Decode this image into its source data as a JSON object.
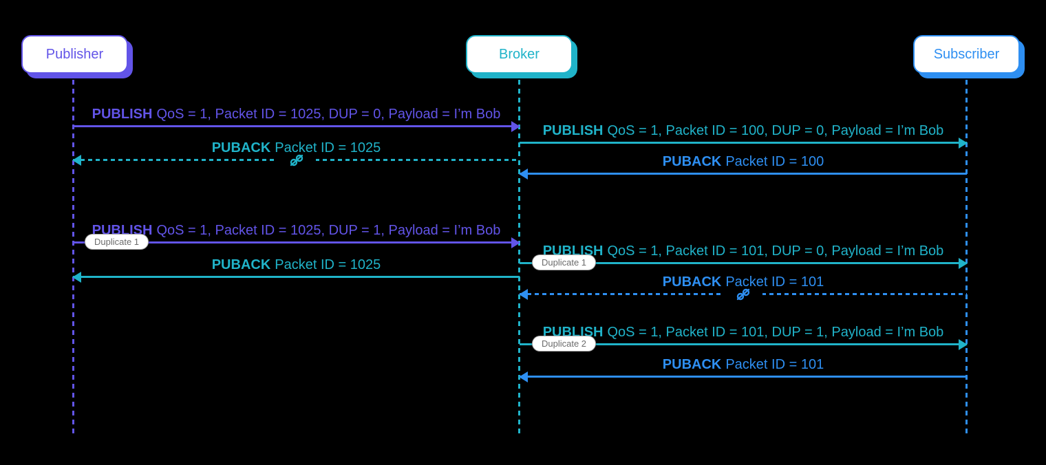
{
  "palette": {
    "publisher_purple": "#6254e8",
    "broker_teal": "#20b3c9",
    "subscriber_blue": "#2e8ff2",
    "badge_border": "#a9a9a9",
    "badge_text": "#6b6b6b",
    "background": "#000000"
  },
  "actors": [
    {
      "name": "Publisher",
      "color": "#6254e8"
    },
    {
      "name": "Broker",
      "color": "#20b3c9"
    },
    {
      "name": "Subscriber",
      "color": "#2e8ff2"
    }
  ],
  "icons": {
    "lost": "broken-link-icon"
  },
  "messages": [
    {
      "verb": "PUBLISH",
      "text": "QoS = 1, Packet ID = 1025, DUP = 0, Payload = I’m Bob",
      "from": "Publisher",
      "to": "Broker",
      "style": "solid",
      "color": "#6254e8"
    },
    {
      "verb": "PUBLISH",
      "text": "QoS = 1, Packet ID = 100, DUP = 0, Payload = I’m Bob",
      "from": "Broker",
      "to": "Subscriber",
      "style": "solid",
      "color": "#20b3c9"
    },
    {
      "verb": "PUBACK",
      "text": "Packet ID = 1025",
      "from": "Broker",
      "to": "Publisher",
      "style": "dashed",
      "lost": true,
      "color": "#20b3c9"
    },
    {
      "verb": "PUBACK",
      "text": "Packet ID = 100",
      "from": "Subscriber",
      "to": "Broker",
      "style": "solid",
      "color": "#2e8ff2"
    },
    {
      "verb": "PUBLISH",
      "text": "QoS = 1, Packet ID = 1025, DUP = 1, Payload = I’m Bob",
      "from": "Publisher",
      "to": "Broker",
      "style": "solid",
      "badge": "Duplicate 1",
      "color": "#6254e8"
    },
    {
      "verb": "PUBACK",
      "text": "Packet ID = 1025",
      "from": "Broker",
      "to": "Publisher",
      "style": "solid",
      "color": "#20b3c9"
    },
    {
      "verb": "PUBLISH",
      "text": "QoS = 1, Packet ID = 101, DUP = 0, Payload = I’m Bob",
      "from": "Broker",
      "to": "Subscriber",
      "style": "solid",
      "badge": "Duplicate 1",
      "color": "#20b3c9"
    },
    {
      "verb": "PUBACK",
      "text": "Packet ID = 101",
      "from": "Subscriber",
      "to": "Broker",
      "style": "dashed",
      "lost": true,
      "color": "#2e8ff2"
    },
    {
      "verb": "PUBLISH",
      "text": "QoS = 1, Packet ID = 101, DUP = 1, Payload = I’m Bob",
      "from": "Broker",
      "to": "Subscriber",
      "style": "solid",
      "badge": "Duplicate 2",
      "color": "#20b3c9"
    },
    {
      "verb": "PUBACK",
      "text": "Packet ID = 101",
      "from": "Subscriber",
      "to": "Broker",
      "style": "solid",
      "color": "#2e8ff2"
    }
  ]
}
